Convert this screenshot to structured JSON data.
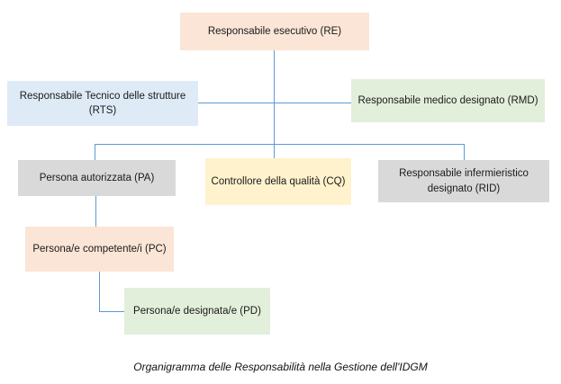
{
  "diagram": {
    "type": "org-chart",
    "caption": "Organigramma delle Responsabilità nella Gestione dell'IDGM",
    "connector_color": "#5b9bd5",
    "nodes": {
      "re": {
        "label": "Responsabile esecutivo (RE)",
        "color": "#fbe5d6"
      },
      "rts": {
        "label": "Responsabile Tecnico delle strutture (RTS)",
        "color": "#deebf7"
      },
      "rmd": {
        "label": "Responsabile medico designato (RMD)",
        "color": "#e2efda"
      },
      "pa": {
        "label": "Persona autorizzata (PA)",
        "color": "#d9d9d9"
      },
      "cq": {
        "label": "Controllore della qualità (CQ)",
        "color": "#fff2cc"
      },
      "rid": {
        "label": "Responsabile infermieristico designato (RID)",
        "color": "#d9d9d9"
      },
      "pc": {
        "label": "Persona/e competente/i (PC)",
        "color": "#fbe5d6"
      },
      "pd": {
        "label": "Persona/e designata/e (PD)",
        "color": "#e2efda"
      }
    },
    "edges": [
      "RE-RTS",
      "RE-RMD",
      "RE-PA",
      "RE-CQ",
      "RE-RID",
      "PA-PC",
      "PC-PD"
    ]
  }
}
